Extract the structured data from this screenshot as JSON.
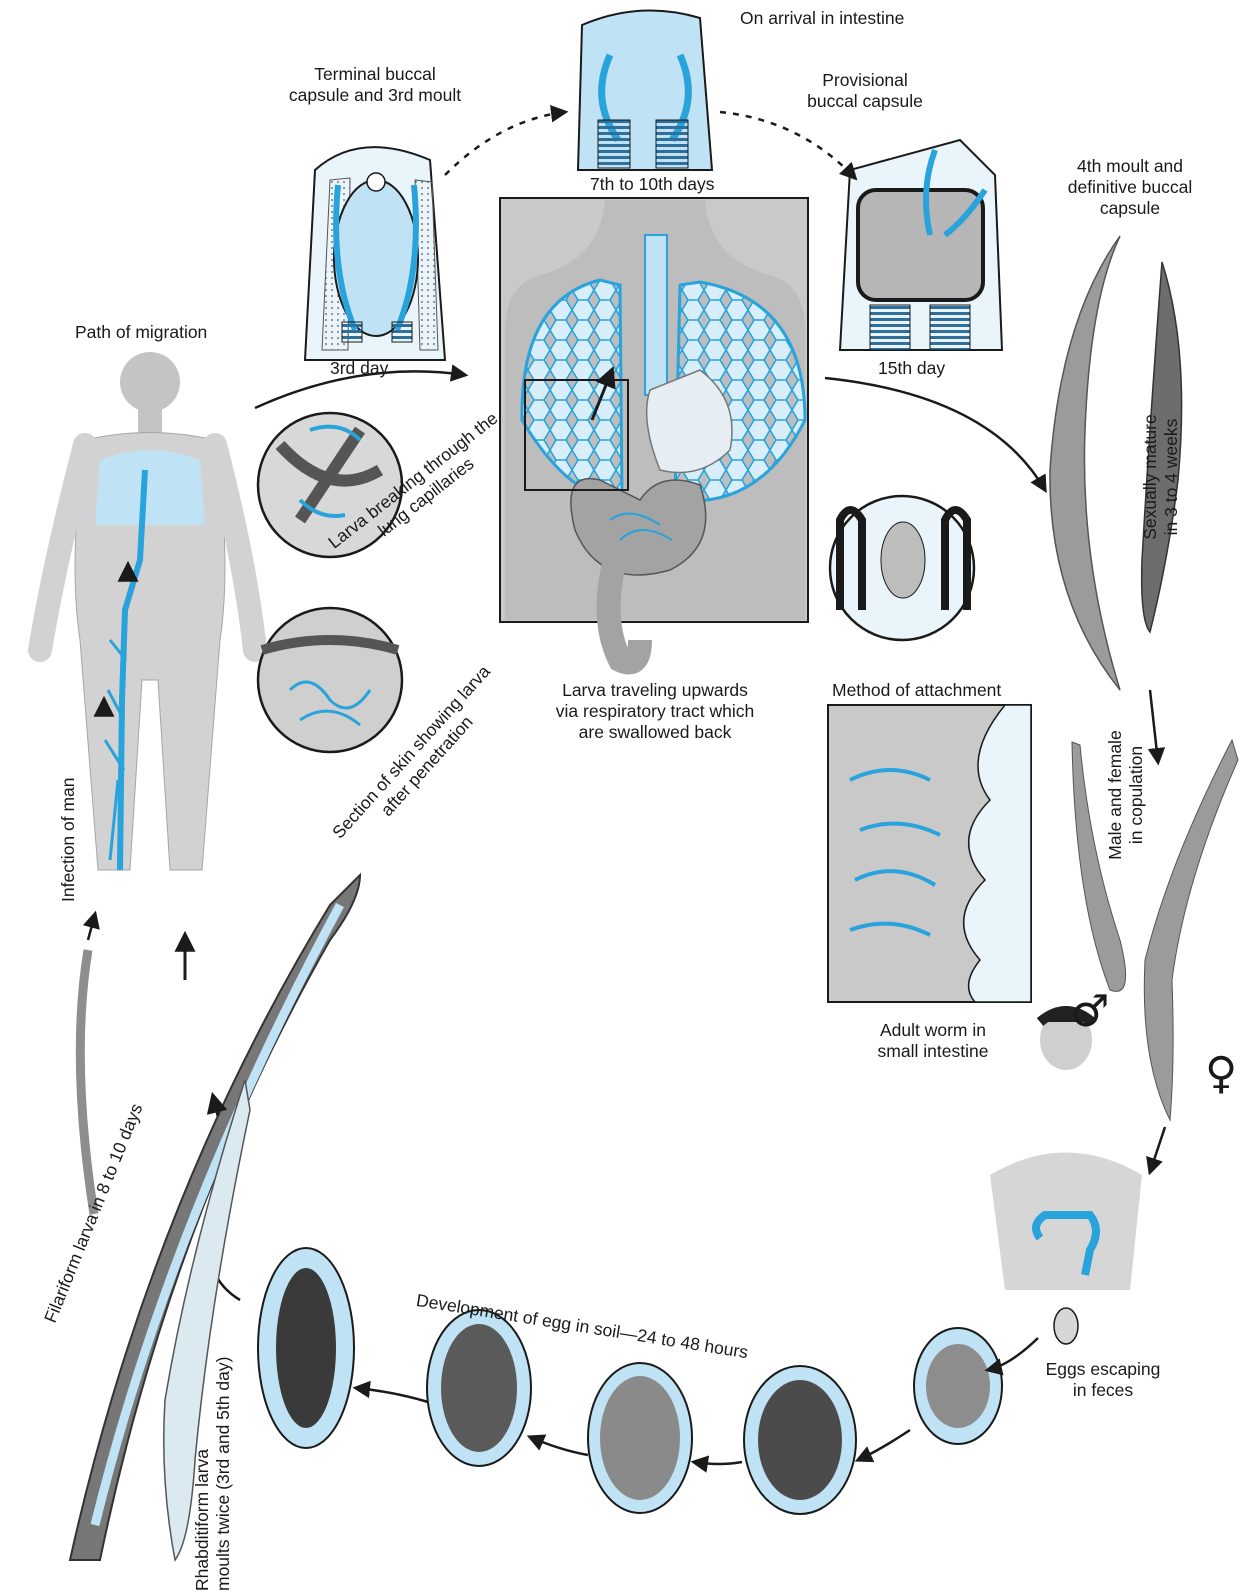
{
  "labels": {
    "on_arrival": "On arrival in intestine",
    "terminal_buccal_1": "Terminal buccal",
    "terminal_buccal_2": "capsule and 3rd moult",
    "provisional_1": "Provisional",
    "provisional_2": "buccal capsule",
    "days_7_10": "7th to 10th days",
    "fourth_moult_1": "4th moult and",
    "fourth_moult_2": "definitive buccal",
    "fourth_moult_3": "capsule",
    "path_of_migration": "Path of migration",
    "day_3": "3rd day",
    "day_15": "15th day",
    "sexually_mature_1": "Sexually mature",
    "sexually_mature_2": "in 3 to 4 weeks",
    "larva_lung_1": "Larva breaking through the",
    "larva_lung_2": "lung capillaries",
    "larva_travel_1": "Larva traveling upwards",
    "larva_travel_2": "via respiratory tract which",
    "larva_travel_3": "are swallowed back",
    "method_attachment": "Method of attachment",
    "skin_section_1": "Section of skin showing larva",
    "skin_section_2": "after penetration",
    "male_female_1": "Male and female",
    "male_female_2": "in copulation",
    "infection_of_man": "Infection of man",
    "adult_worm_1": "Adult worm in",
    "adult_worm_2": "small intestine",
    "filariform": "Filariform larva in 8 to 10 days",
    "development_egg": "Development of egg in soil—24 to 48 hours",
    "eggs_escaping_1": "Eggs escaping",
    "eggs_escaping_2": "in feces",
    "rhabditiform_1": "Rhabditiform larva",
    "rhabditiform_2": "moults twice (3rd and 5th day)",
    "male_symbol": "♂",
    "female_symbol": "♀"
  },
  "colors": {
    "accent_blue": "#29a3dc",
    "light_blue": "#cde9f7",
    "gray_panel": "#c9c9c9",
    "worm_gray": "#8a8a8a",
    "line": "#1a1a1a"
  }
}
